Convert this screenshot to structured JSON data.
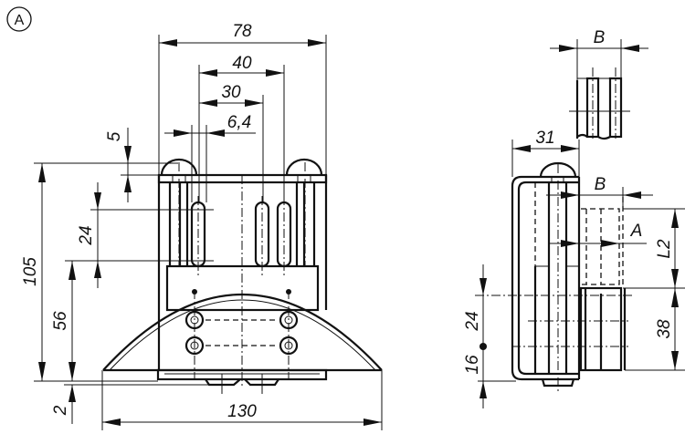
{
  "view_label": "A",
  "front_view": {
    "dimensions": {
      "overall_width": "78",
      "slot_span": "40",
      "slot_pitch": "30",
      "slot_width": "6,4",
      "knuckle_height": "5",
      "slot_length": "24",
      "overall_height": "105",
      "slot_bottom_height": "56",
      "base_offset": "2",
      "base_width": "130"
    }
  },
  "side_view": {
    "dimensions": {
      "depth": "31",
      "offset_b": "B",
      "offset_a": "A",
      "leaf_length": "L2",
      "lower_leaf_height": "38",
      "hole_spacing": "24",
      "hole_bottom_offset": "16"
    }
  },
  "detail_view": {
    "dimensions": {
      "width_b": "B"
    }
  },
  "colors": {
    "line": "#111111",
    "background": "#ffffff"
  }
}
